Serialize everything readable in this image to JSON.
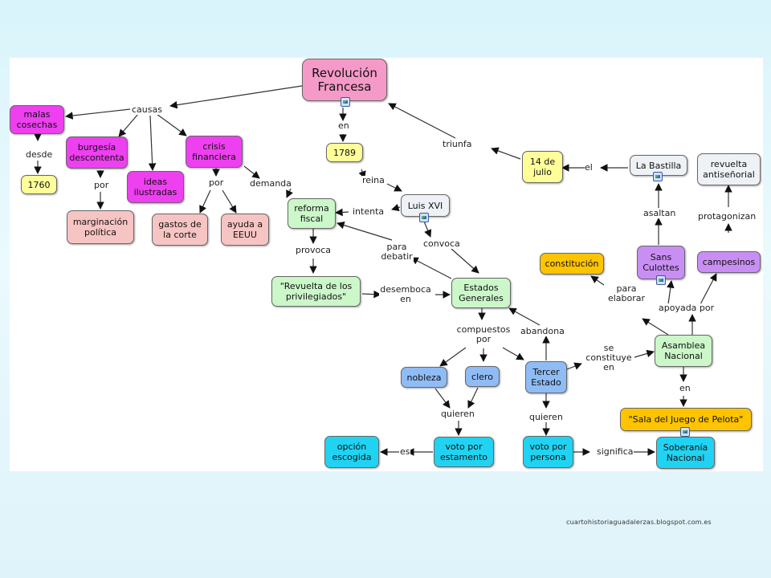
{
  "concepts": {
    "revolucion": "Revolución Francesa",
    "malas": "malas cosechas",
    "y1760": "1760",
    "burguesia": "burgesía descontenta",
    "ideas": "ideas ilustradas",
    "crisis": "crisis financiera",
    "marginacion": "marginación política",
    "gastos": "gastos de la corte",
    "ayuda": "ayuda a EEUU",
    "y1789": "1789",
    "reforma": "reforma fiscal",
    "luis": "Luis XVI",
    "revuelta_priv": "\"Revuelta de los privilegiados\"",
    "estados": "Estados Generales",
    "nobleza": "nobleza",
    "clero": "clero",
    "tercer": "Tercer Estado",
    "opcion": "opción escogida",
    "voto_est": "voto por estamento",
    "voto_per": "voto por persona",
    "soberania": "Soberanía Nacional",
    "julio": "14 de julio",
    "bastilla": "La Bastilla",
    "revuelta_ant": "revuelta antiseñorial",
    "constitucion": "constitución",
    "sans": "Sans Culottes",
    "campesinos": "campesinos",
    "asamblea": "Asamblea Nacional",
    "sala": "\"Sala del Juego de Pelota\""
  },
  "links": {
    "causas": "causas",
    "desde": "desde",
    "por1": "por",
    "por2": "por",
    "demanda": "demanda",
    "en1": "en",
    "reina": "reina",
    "intenta": "intenta",
    "provoca": "provoca",
    "para_debatir": "para debatir",
    "convoca": "convoca",
    "desemboca": "desemboca en",
    "compuestos": "compuestos por",
    "abandona": "abandona",
    "quieren1": "quieren",
    "quieren2": "quieren",
    "es": "es",
    "significa": "significa",
    "se_constituye": "se constituye en",
    "en2": "en",
    "apoyada": "apoyada por",
    "para_elaborar": "para elaborar",
    "asaltan": "asaltan",
    "protagonizan": "protagonizan",
    "el": "el",
    "triunfa": "triunfa"
  },
  "colors": {
    "pink": "#f59ac8",
    "magenta": "#ee3ff0",
    "salmon": "#f6c4c2",
    "yellow": "#ffff9a",
    "gray": "#eef2f6",
    "green": "#cbf7c9",
    "orange": "#ffc400",
    "violet": "#c98ef3",
    "blue": "#8fbcf5",
    "cyan": "#21d3f2"
  },
  "image_icons": [
    "revolucion",
    "luis",
    "bastilla",
    "sans",
    "sala"
  ],
  "footer": "cuartohistoriaguadalerzas.blogspot.com.es"
}
